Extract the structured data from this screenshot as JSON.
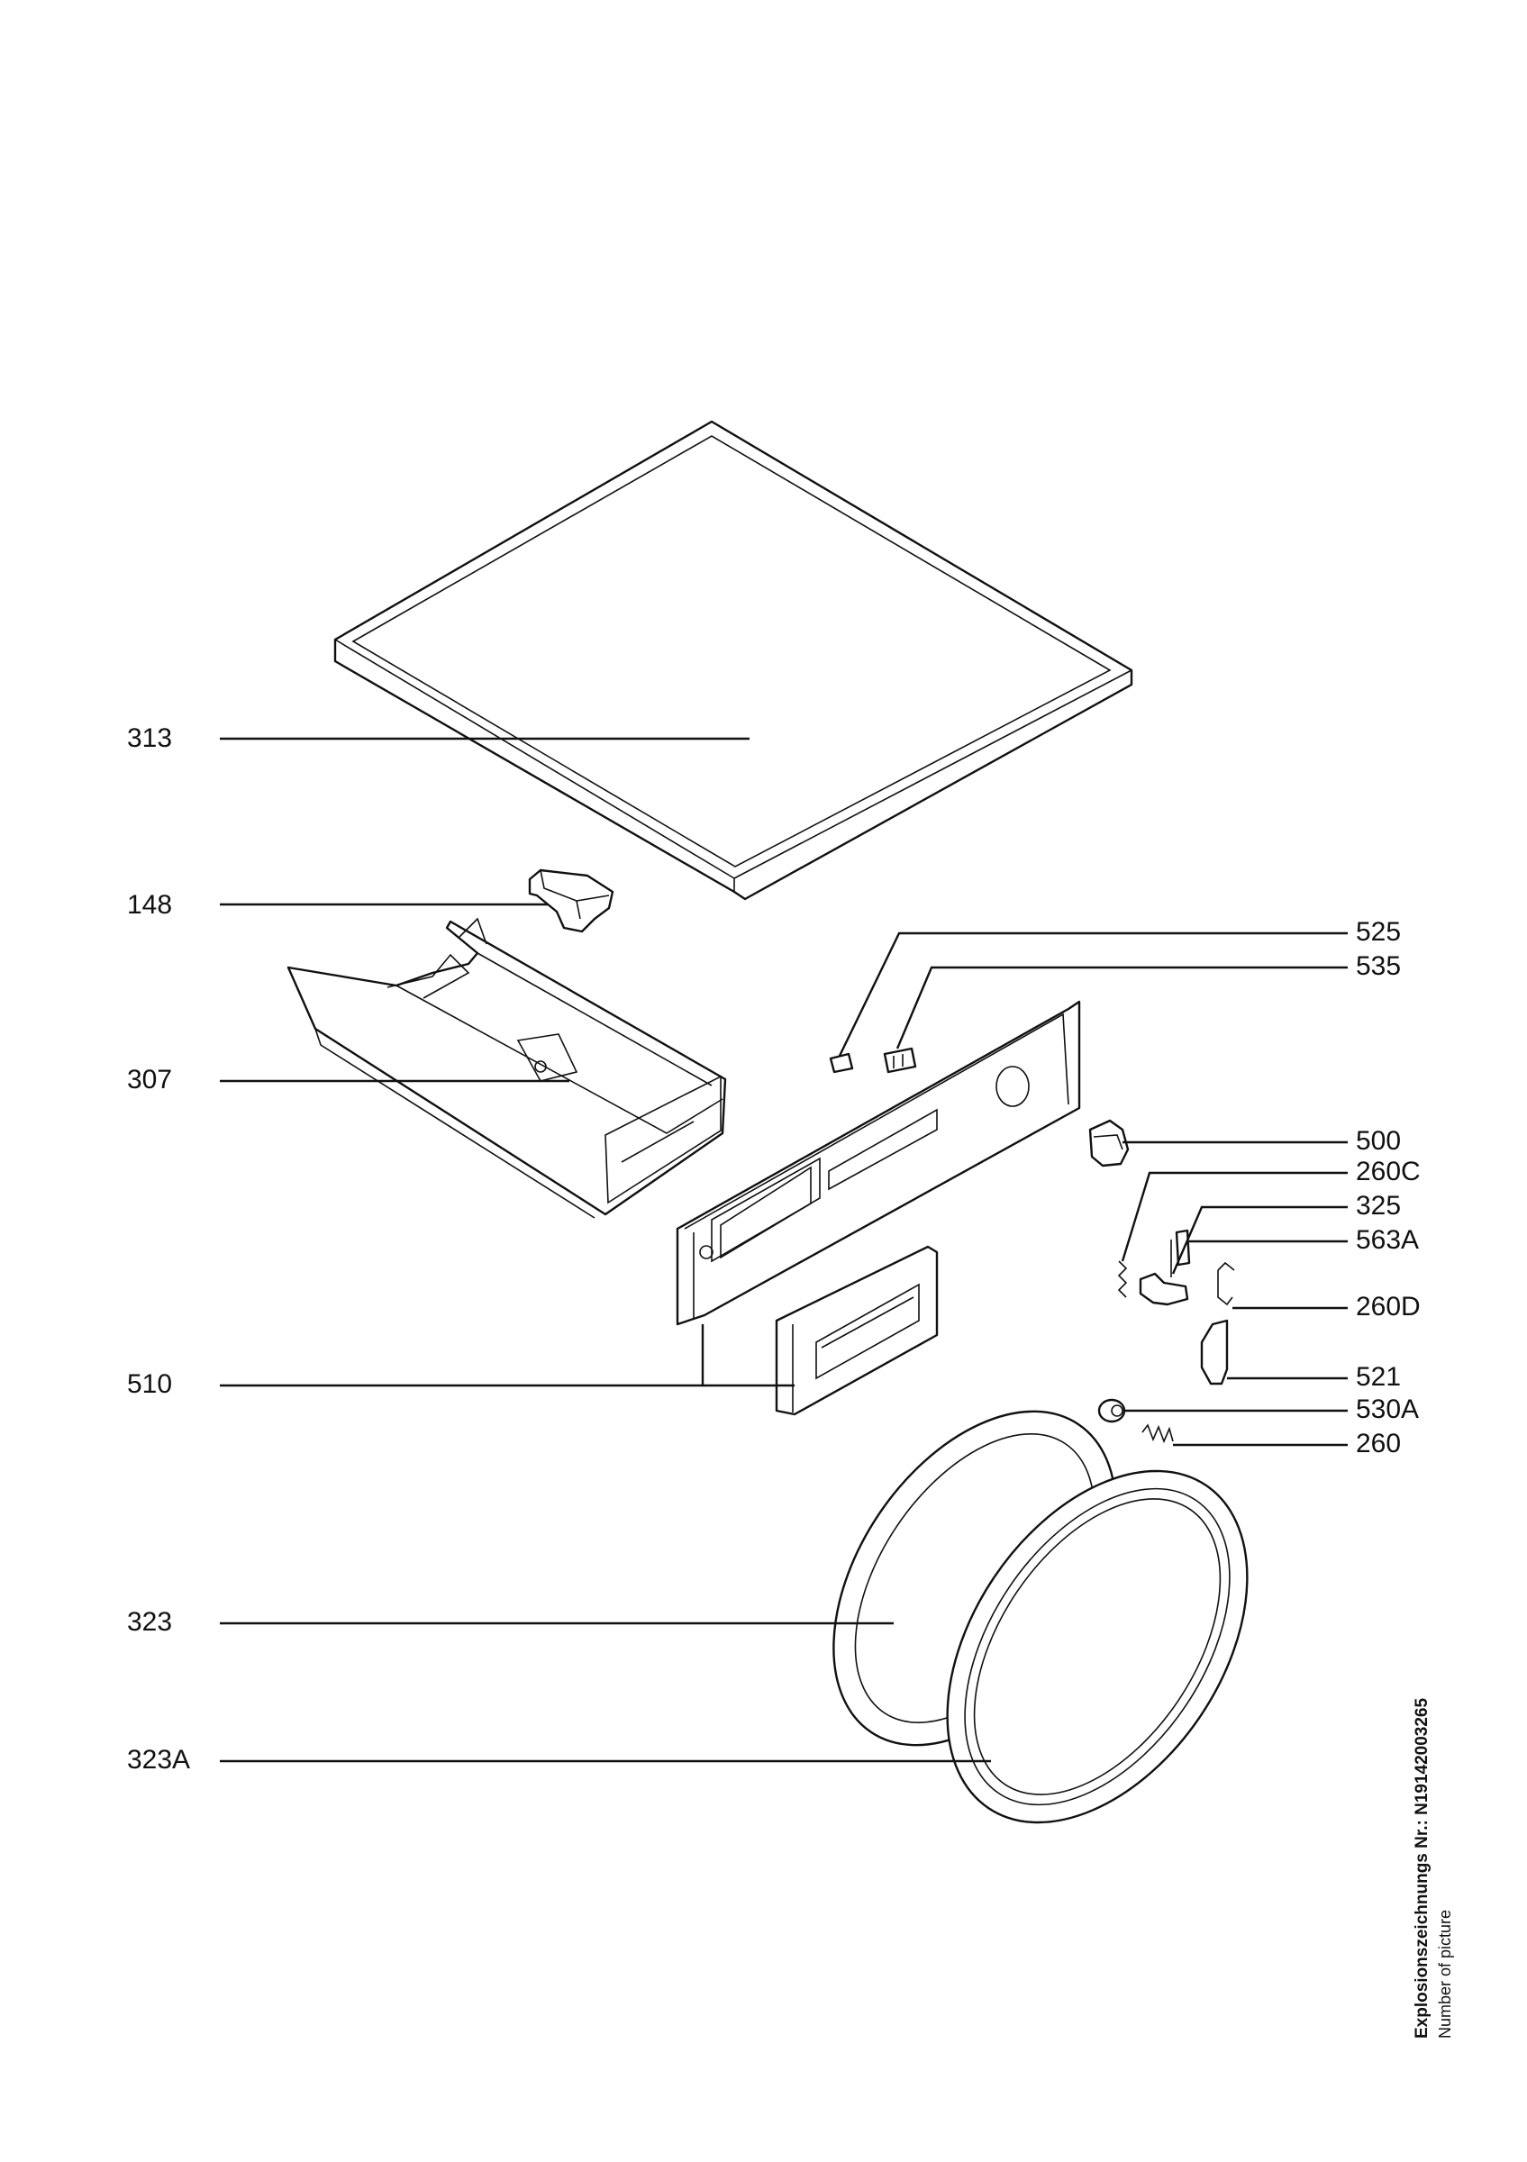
{
  "labels": {
    "p313": "313",
    "p148": "148",
    "p307": "307",
    "p510": "510",
    "p323": "323",
    "p323A": "323A",
    "p525": "525",
    "p535": "535",
    "p500": "500",
    "p260C": "260C",
    "p325": "325",
    "p563A": "563A",
    "p260D": "260D",
    "p521": "521",
    "p530A": "530A",
    "p260": "260"
  },
  "footer": {
    "drawing_number": "Explosionszeichnungs Nr.: N19142003265",
    "caption": "Number of picture"
  }
}
